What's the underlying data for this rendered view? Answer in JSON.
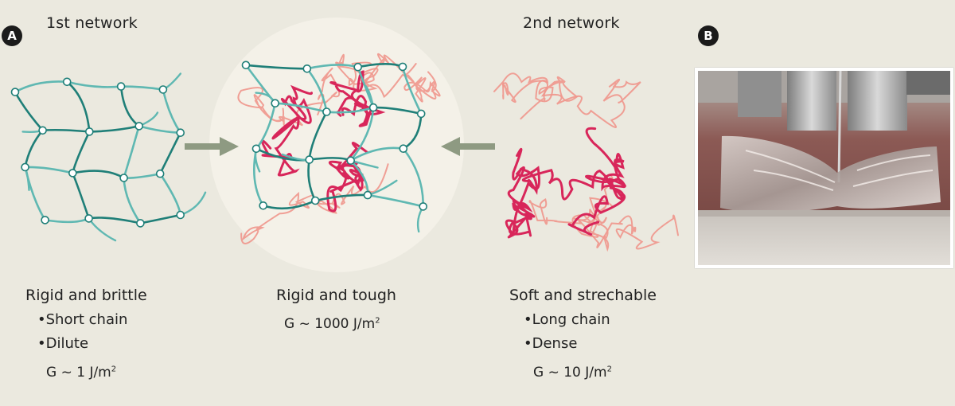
{
  "panel_a": {
    "badge": "A",
    "first_network_title": "1st network",
    "second_network_title": "2nd network",
    "left": {
      "heading": "Rigid and brittle",
      "bullets": [
        "•Short chain",
        "•Dilute"
      ],
      "g_prefix": "G ~ 1 J/m",
      "g_exp": "2"
    },
    "center": {
      "heading": "Rigid and tough",
      "g_prefix": "G ~ 1000 J/m",
      "g_exp": "2"
    },
    "right": {
      "heading": "Soft and strechable",
      "bullets": [
        "•Long chain",
        "•Dense"
      ],
      "g_prefix": "G ~ 10 J/m",
      "g_exp": "2"
    }
  },
  "panel_b": {
    "badge": "B"
  },
  "colors": {
    "background": "#ebe9df",
    "first_network_dark": "#1f7f78",
    "first_network_light": "#5fb8b2",
    "second_network": "#d8265a",
    "second_network_light": "#f0968c",
    "arrow": "#8e9a82",
    "circle_bg": "#f4f1e8"
  }
}
